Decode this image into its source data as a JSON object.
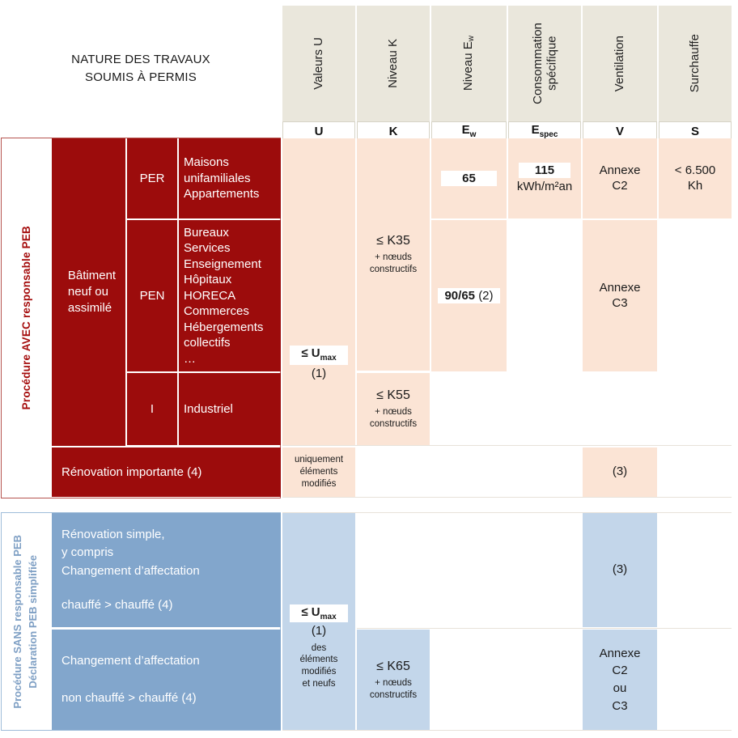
{
  "title": {
    "line1": "NATURE DES TRAVAUX",
    "line2": "SOUMIS À PERMIS"
  },
  "columns": [
    {
      "key": "u",
      "header": "Valeurs U",
      "symbol": "U",
      "symbol_sub": ""
    },
    {
      "key": "k",
      "header": "Niveau K",
      "symbol": "K",
      "symbol_sub": ""
    },
    {
      "key": "ew",
      "header": "Niveau Ew",
      "symbol": "E",
      "symbol_sub": "w"
    },
    {
      "key": "espec",
      "header": "Consommation\nspécifique",
      "symbol": "E",
      "symbol_sub": "spec"
    },
    {
      "key": "v",
      "header": "Ventilation",
      "symbol": "V",
      "symbol_sub": ""
    },
    {
      "key": "s",
      "header": "Surchauffe",
      "symbol": "S",
      "symbol_sub": ""
    }
  ],
  "sections": [
    {
      "id": "avec",
      "vertical_label": "Procédure AVEC responsable PEB",
      "group_label": "Bâtiment\nneuf  ou\nassimilé",
      "rows": [
        {
          "code": "PER",
          "description": "Maisons\nunifamiliales\nAppartements"
        },
        {
          "code": "PEN",
          "description": "Bureaux\nServices\nEnseignement\nHôpitaux\nHORECA\nCommerces\nHébergements\ncollectifs\n…"
        },
        {
          "code": "I",
          "description": "Industriel"
        }
      ],
      "extra_row": "Rénovation importante (4)"
    },
    {
      "id": "sans",
      "vertical_label": "Procédure SANS responsable PEB\nDéclaration PEB simplifiée",
      "rows": [
        {
          "description": "Rénovation simple,\ny compris\nChangement d’affectation",
          "description2": "chauffé > chauffé (4)"
        },
        {
          "description": "Changement d’affectation",
          "description2": "non chauffé > chauffé (4)"
        }
      ]
    }
  ],
  "values": {
    "u_neuf_main": "≤ U",
    "u_neuf_sub": "max",
    "u_neuf_note": "(1)",
    "k35_main": "≤ K35",
    "k35_note": "+ nœuds\nconstructifs",
    "k55_main": "≤ K55",
    "k55_note": "+ nœuds\nconstructifs",
    "k65_main": "≤ K65",
    "k65_note": "+ nœuds\nconstructifs",
    "ew_per": "65",
    "ew_pen": "90/65",
    "ew_pen_note": "(2)",
    "espec_per": "115",
    "espec_per_unit": "kWh/m²an",
    "v_per": "Annexe\nC2",
    "v_pen": "Annexe\nC3",
    "s_per": "< 6.500\nKh",
    "u_renov": "uniquement\néléments\nmodifiés",
    "v_renov": "(3)",
    "u_simple_main": "≤ U",
    "u_simple_sub": "max",
    "u_simple_note": "(1)",
    "u_simple_detail": "des\néléments\nmodifiés\net neufs",
    "v_simple": "(3)",
    "v_change": "Annexe\nC2\nou\nC3"
  },
  "colors": {
    "header_band": "#eae7dc",
    "red": "#9c0c0c",
    "red_border": "#b5534f",
    "red_text": "#a50d0d",
    "peach": "#fbe4d5",
    "blue": "#82a6cc",
    "blue_light": "#c3d6ea",
    "blue_border": "#9fbcd9",
    "blue_text": "#7e9fc4"
  }
}
